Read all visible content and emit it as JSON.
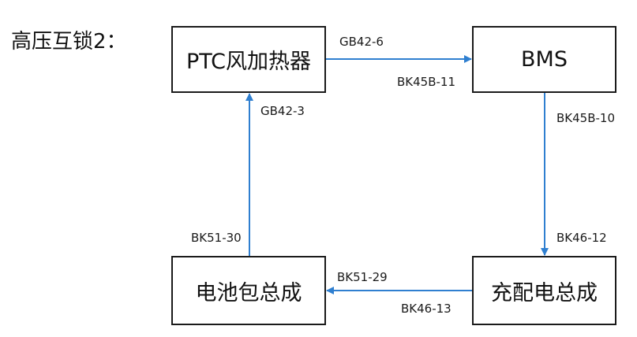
{
  "title": "高压互锁2：",
  "nodes": {
    "ptc": "PTC风加热器",
    "bms": "BMS",
    "battery": "电池包总成",
    "charge": "充配电总成"
  },
  "connections": {
    "ptc_to_bms": {
      "from_pin": "GB42-6",
      "to_pin": "BK45B-11"
    },
    "bms_to_charge": {
      "from_pin": "BK45B-10",
      "to_pin": "BK46-12"
    },
    "charge_to_battery": {
      "from_pin": "BK46-13",
      "to_pin": "BK51-29"
    },
    "battery_to_ptc": {
      "from_pin": "BK51-30",
      "to_pin": "GB42-3"
    }
  },
  "colors": {
    "arrow": "#2f7fd0",
    "box_border": "#1a1a1a",
    "text": "#111111"
  }
}
